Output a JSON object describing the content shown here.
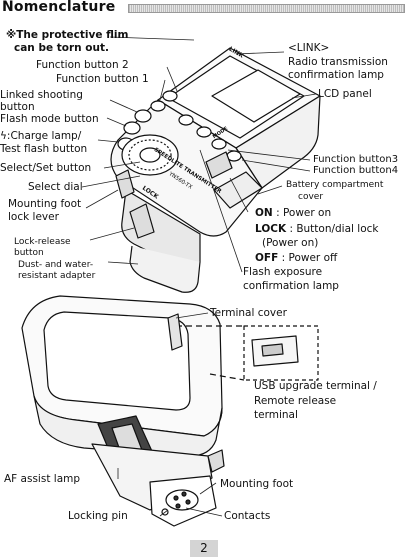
{
  "header": {
    "title": "Nomenclature"
  },
  "labels": {
    "protective_film_1": "※The protective flim",
    "protective_film_2": "can be torn out.",
    "function_button_2": "Function button 2",
    "function_button_1": "Function button 1",
    "linked_shooting_1": "Linked shooting",
    "linked_shooting_2": "button",
    "flash_mode": "Flash mode button",
    "charge_lamp_1": "ϟ:Charge lamp/",
    "charge_lamp_2": "Test flash button",
    "select_set": "Select/Set button",
    "select_dial": "Select dial",
    "mounting_foot_lock_1": "Mounting foot",
    "mounting_foot_lock_2": "lock lever",
    "lock_release_1": "Lock-release",
    "lock_release_2": "button",
    "dust_water_1": "Dust- and water-",
    "dust_water_2": "resistant adapter",
    "link_1": "<LINK>",
    "link_2": "Radio transmission",
    "link_3": "confirmation lamp",
    "lcd_panel": "LCD panel",
    "function_button_3": "Function button3",
    "function_button_4": "Function button4",
    "battery_cover_1": "Battery compartment",
    "battery_cover_2": "cover",
    "on_key": "ON",
    "on_text": ": Power on",
    "lock_key": "LOCK",
    "lock_text": ":  Button/dial lock",
    "lock_text_2": "(Power on)",
    "off_key": "OFF",
    "off_text": ":  Power off",
    "flash_exposure_1": "Flash exposure",
    "flash_exposure_2": "confirmation lamp",
    "terminal_cover": "Terminal cover",
    "usb_1": "USB upgrade terminal /",
    "usb_2": "Remote release",
    "usb_3": "terminal",
    "af_assist": "AF assist lamp",
    "mounting_foot": "Mounting foot",
    "locking_pin": "Locking pin",
    "contacts": "Contacts"
  },
  "device_markings": {
    "link": "LINK",
    "speedlite": "SPEEDLITE TRANSMITTER",
    "model": "YN560-TX",
    "lock": "LOCK",
    "mode": "MODE"
  },
  "page_number": "2"
}
